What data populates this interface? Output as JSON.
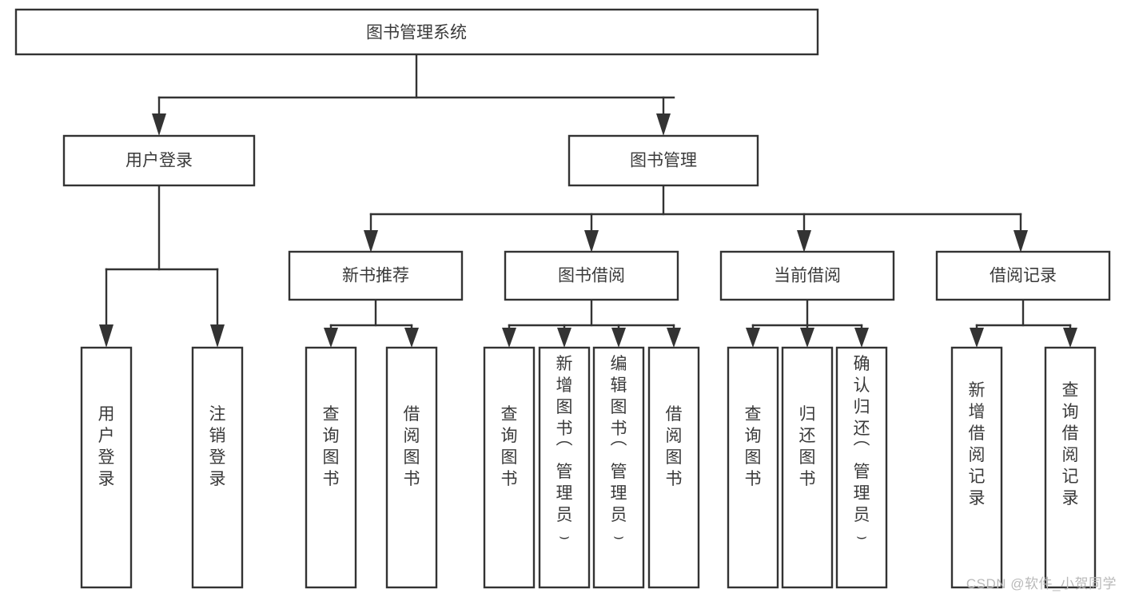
{
  "diagram": {
    "type": "tree-hierarchy",
    "orientation": "top-down",
    "background_color": "#ffffff",
    "stroke_color": "#333333",
    "text_color": "#3a3a3a",
    "root": {
      "id": "root",
      "label": "图书管理系统"
    },
    "level2": [
      {
        "id": "user-login",
        "label": "用户登录"
      },
      {
        "id": "book-management",
        "label": "图书管理"
      }
    ],
    "level3": [
      {
        "id": "new-book-recommend",
        "label": "新书推荐",
        "parent": "book-management"
      },
      {
        "id": "book-borrow",
        "label": "图书借阅",
        "parent": "book-management"
      },
      {
        "id": "current-borrow",
        "label": "当前借阅",
        "parent": "book-management"
      },
      {
        "id": "borrow-record",
        "label": "借阅记录",
        "parent": "book-management"
      }
    ],
    "leaves": [
      {
        "id": "leaf-user-login",
        "label": "用户登录",
        "parent": "user-login"
      },
      {
        "id": "leaf-user-logout",
        "label": "注销登录",
        "parent": "user-login"
      },
      {
        "id": "leaf-query-book-rec",
        "label": "查询图书",
        "parent": "new-book-recommend"
      },
      {
        "id": "leaf-borrow-book-rec",
        "label": "借阅图书",
        "parent": "new-book-recommend"
      },
      {
        "id": "leaf-query-book-bb",
        "label": "查询图书",
        "parent": "book-borrow"
      },
      {
        "id": "leaf-add-book",
        "label": "新增图书（管理员）",
        "parent": "book-borrow"
      },
      {
        "id": "leaf-edit-book",
        "label": "编辑图书（管理员）",
        "parent": "book-borrow"
      },
      {
        "id": "leaf-borrow-book-bb",
        "label": "借阅图书",
        "parent": "book-borrow"
      },
      {
        "id": "leaf-query-book-cb",
        "label": "查询图书",
        "parent": "current-borrow"
      },
      {
        "id": "leaf-return-book",
        "label": "归还图书",
        "parent": "current-borrow"
      },
      {
        "id": "leaf-confirm-return",
        "label": "确认归还（管理员）",
        "parent": "current-borrow"
      },
      {
        "id": "leaf-add-record",
        "label": "新增借阅记录",
        "parent": "borrow-record"
      },
      {
        "id": "leaf-query-record",
        "label": "查询借阅记录",
        "parent": "borrow-record"
      }
    ]
  },
  "watermark": {
    "text": "CSDN @软件_小贺同学"
  }
}
